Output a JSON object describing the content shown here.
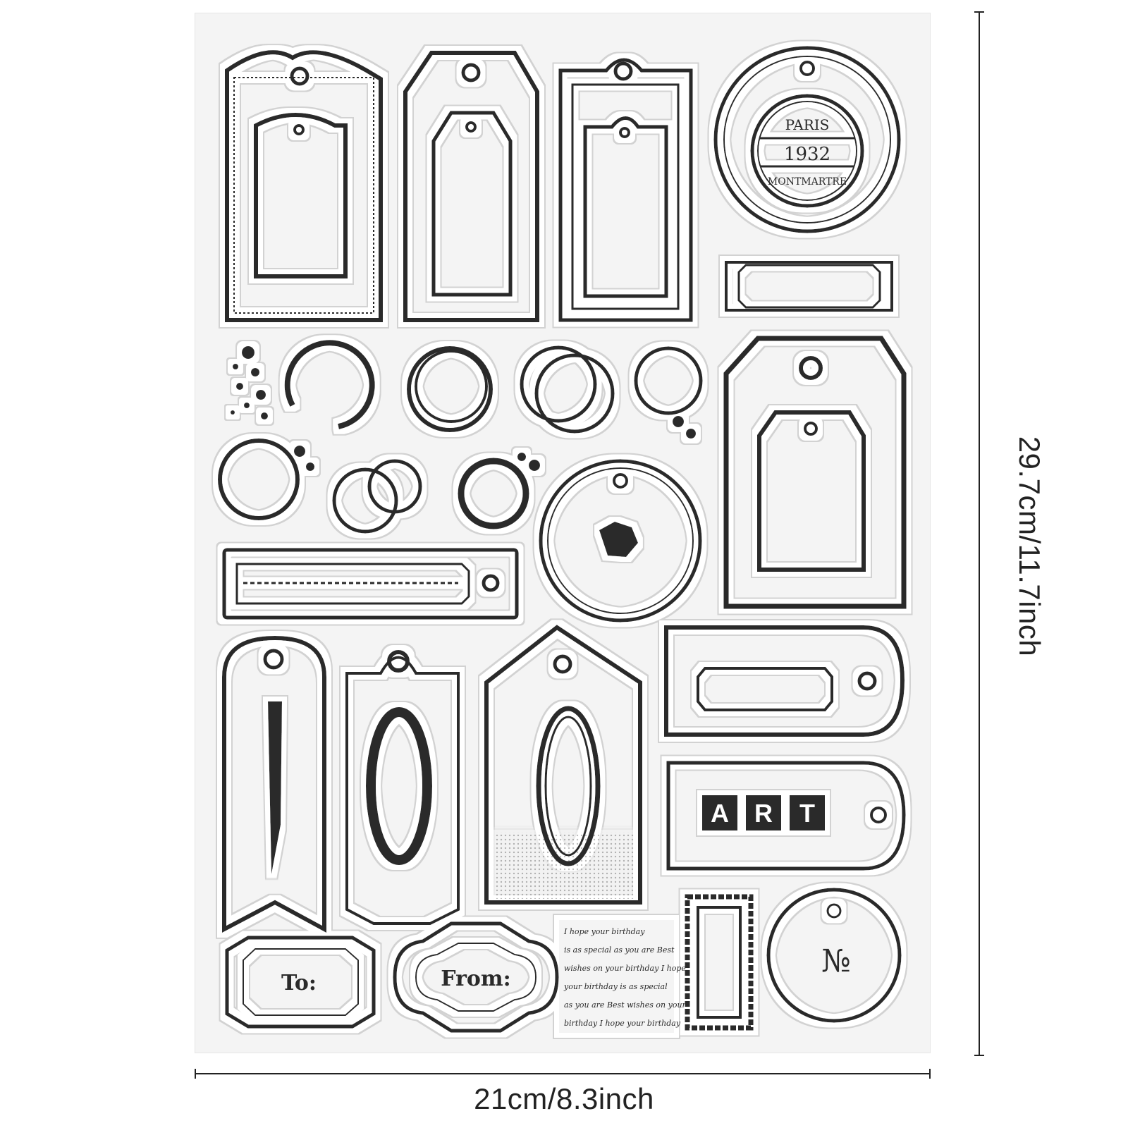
{
  "dimensions": {
    "width_label": "21cm/8.3inch",
    "height_label": "29.7cm/11.7inch"
  },
  "stamps": {
    "seal_top_text": "PARIS",
    "seal_year": "1932",
    "seal_bottom_text": "MONTMARTRE",
    "art_letters": [
      "A",
      "R",
      "T"
    ],
    "to_label": "To:",
    "from_label": "From:",
    "number_sign": "№",
    "script_lines": [
      "I hope your birthday",
      "is as special as you are Best",
      "wishes on your birthday I hope",
      "your birthday is as special",
      "as you are Best wishes on your",
      "birthday I hope your birthday"
    ]
  },
  "colors": {
    "sheet": "#f4f4f4",
    "ink": "#2a2a2a",
    "clear_edge": "#d9d9d9"
  }
}
